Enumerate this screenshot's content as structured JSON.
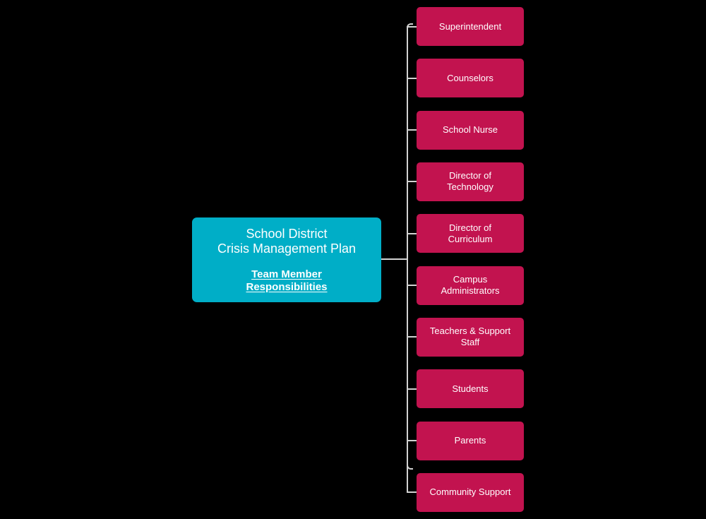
{
  "diagram": {
    "type": "organizational-chart",
    "background_color": "#000000",
    "connector_color": "#d2d2d2",
    "root": {
      "title": "School District\nCrisis Management Plan",
      "subtitle": "Team Member \nResponsibilities",
      "color": "#00aec7",
      "text_color": "#ffffff"
    },
    "children_color": "#c2134f",
    "children_text_color": "#ffffff",
    "children": [
      {
        "label": "Superintendent"
      },
      {
        "label": "Counselors"
      },
      {
        "label": "School Nurse"
      },
      {
        "label": "Director of\nTechnology"
      },
      {
        "label": "Director of\nCurriculum"
      },
      {
        "label": "Campus\nAdministrators"
      },
      {
        "label": "Teachers & Support\nStaff"
      },
      {
        "label": "Students"
      },
      {
        "label": "Parents"
      },
      {
        "label": "Community Support"
      }
    ]
  }
}
